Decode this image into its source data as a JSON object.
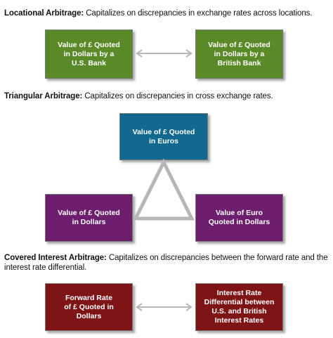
{
  "colors": {
    "green": "#5a8a27",
    "blue": "#11698f",
    "purple": "#6d1f6e",
    "maroon": "#7e1416",
    "connector": "#b7b7b7"
  },
  "sections": {
    "locational": {
      "term": "Locational Arbitrage:",
      "description": " Capitalizes on discrepancies in exchange rates across locations.",
      "left_box": "Value of £ Quoted in Dollars by a U.S. Bank",
      "right_box": "Value of £ Quoted in Dollars by a British Bank"
    },
    "triangular": {
      "term": "Triangular Arbitrage:",
      "description": " Capitalizes on discrepancies in cross exchange rates.",
      "top_box": "Value of £ Quoted in Euros",
      "left_box": "Value of £ Quoted in Dollars",
      "right_box": "Value of Euro Quoted in Dollars"
    },
    "covered": {
      "term": "Covered Interest Arbitrage:",
      "description": " Capitalizes on discrepancies between the forward rate and the interest rate differential.",
      "left_box": "Forward Rate of £ Quoted in Dollars",
      "right_box": "Interest Rate Differential between U.S. and British Interest Rates"
    }
  }
}
